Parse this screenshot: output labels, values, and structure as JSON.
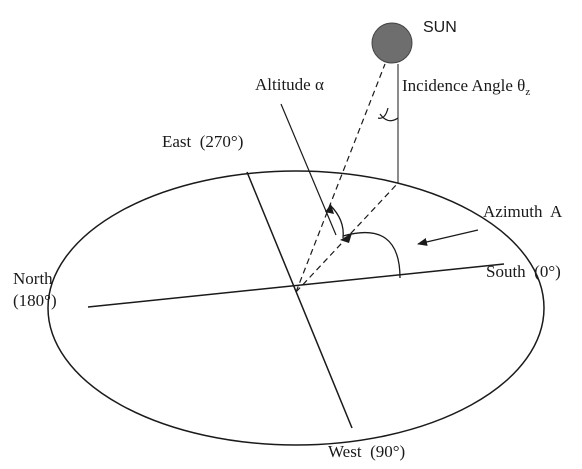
{
  "labels": {
    "sun": "SUN",
    "altitude": "Altitude α",
    "incidence": "Incidence Angle θ",
    "incidence_sub": "z",
    "east": "East  (270°)",
    "azimuth": "Azimuth  A",
    "north_line1": "North",
    "north_line2": "(180°)",
    "south": "South  (0°)",
    "west": "West  (90°)"
  },
  "colors": {
    "sun_fill": "#6e6e6e",
    "line": "#1a1a1a",
    "background": "#ffffff"
  }
}
